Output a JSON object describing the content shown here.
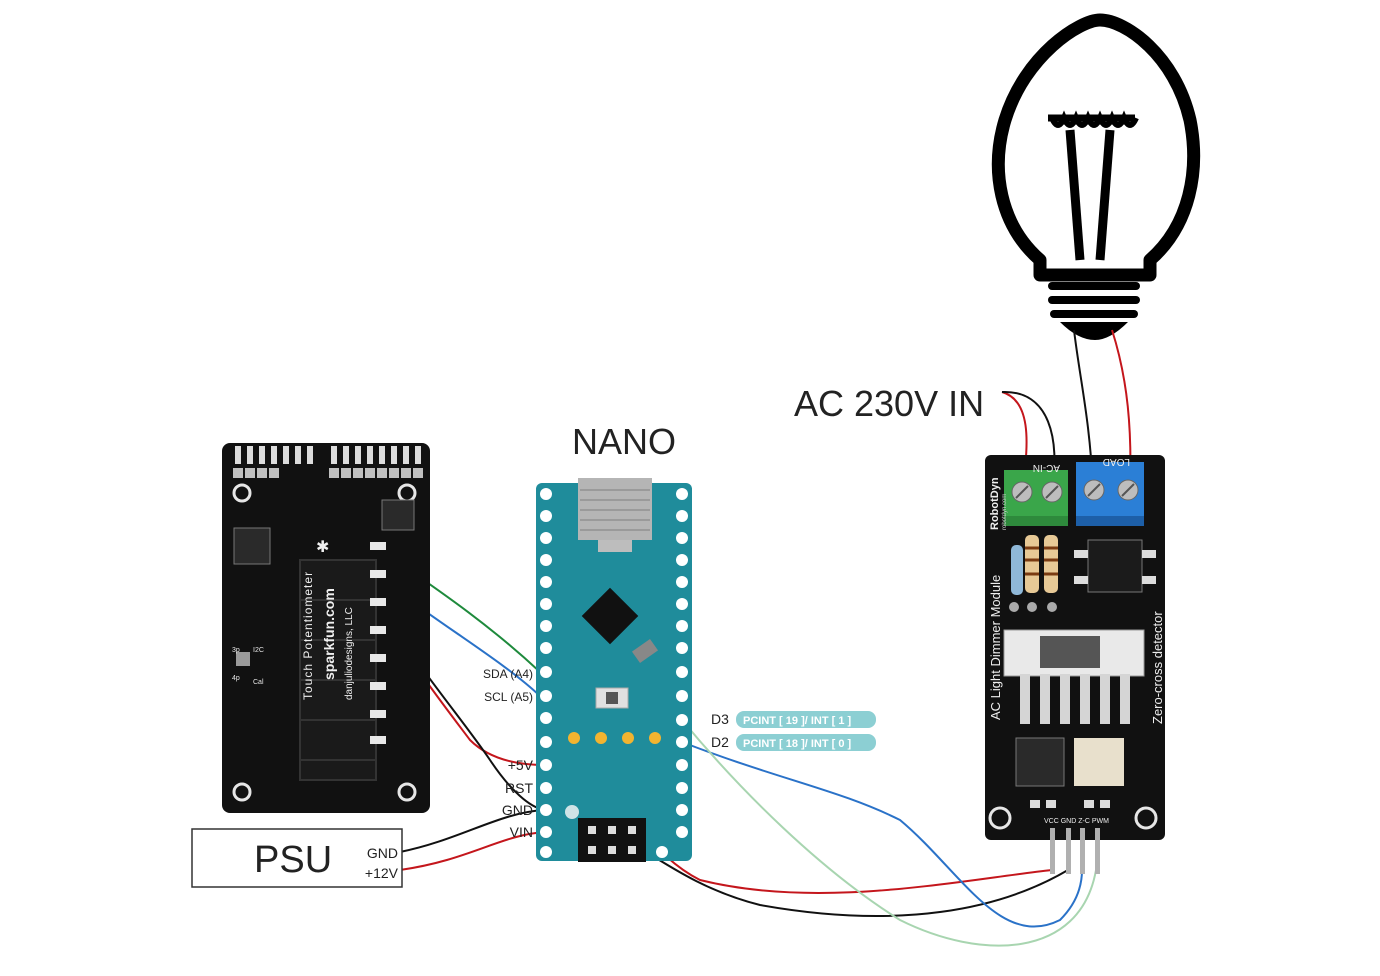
{
  "labels": {
    "ac_in": "AC 230V IN",
    "nano": "NANO",
    "psu": "PSU",
    "psu_gnd": "GND",
    "psu_12v": "+12V"
  },
  "nano_pins": {
    "sda": "SDA (A4)",
    "scl": "SCL (A5)",
    "v5": "+5V",
    "rst": "RST",
    "gnd": "GND",
    "vin": "VIN",
    "d3": "D3",
    "d2": "D2",
    "d3_tag": "PCINT [ 19 ]/  INT [ 1 ]",
    "d2_tag": "PCINT [ 18 ]/  INT [ 0 ]"
  },
  "touch_board": {
    "title": "Touch Potentiometer",
    "brand": "sparkfun.com",
    "maker": "danjuliodesigns, LLC",
    "jumper_a": "3p",
    "jumper_b": "4p",
    "jumper_c": "I2C",
    "jumper_d": "Cal"
  },
  "dimmer": {
    "brand": "RobotDyn",
    "url": "robotdyn.com",
    "module": "AC Light Dimmer Module",
    "detector": "Zero-cross detector",
    "ac_in": "AC-IN",
    "load": "LOAD",
    "pins": "VCC GND Z-C PWM"
  },
  "colors": {
    "board_black": "#111111",
    "nano_teal": "#1f8c9b",
    "tag_teal": "#8ccfd3",
    "terminal_green": "#3aa64a",
    "terminal_blue": "#2b7fd6",
    "wire_red": "#c4161c",
    "wire_green": "#1e8a3c",
    "wire_blue": "#2a72c8",
    "wire_lightgreen": "#a8d5b0"
  }
}
